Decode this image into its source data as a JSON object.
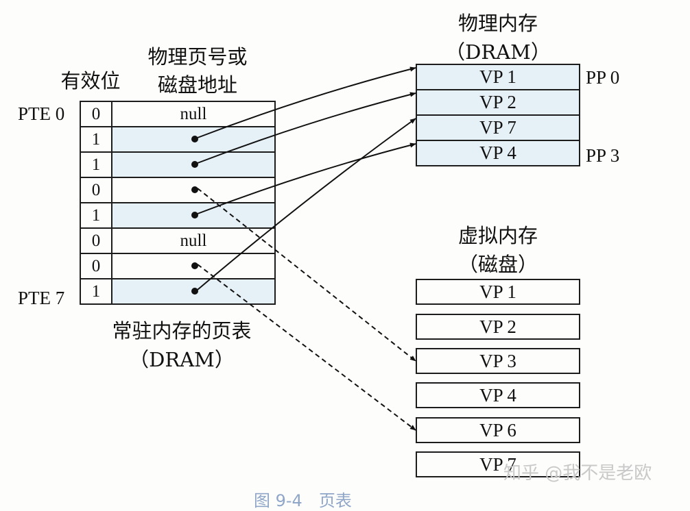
{
  "page_table": {
    "valid_header": "有效位",
    "ppn_header_line1": "物理页号或",
    "ppn_header_line2": "磁盘地址",
    "first_label": "PTE 0",
    "last_label": "PTE 7",
    "rows": [
      {
        "valid": "0",
        "addr": "null",
        "cached": false
      },
      {
        "valid": "1",
        "addr": "",
        "cached": true
      },
      {
        "valid": "1",
        "addr": "",
        "cached": true
      },
      {
        "valid": "0",
        "addr": "",
        "cached": false
      },
      {
        "valid": "1",
        "addr": "",
        "cached": true
      },
      {
        "valid": "0",
        "addr": "null",
        "cached": false
      },
      {
        "valid": "0",
        "addr": "",
        "cached": false
      },
      {
        "valid": "1",
        "addr": "",
        "cached": true
      }
    ],
    "caption_line1": "常驻内存的页表",
    "caption_line2": "（DRAM）"
  },
  "physical_memory": {
    "title_line1": "物理内存",
    "title_line2": "（DRAM）",
    "pages": [
      "VP 1",
      "VP 2",
      "VP 7",
      "VP 4"
    ],
    "first_label": "PP 0",
    "last_label": "PP 3"
  },
  "virtual_memory": {
    "title_line1": "虚拟内存",
    "title_line2": "（磁盘）",
    "pages": [
      "VP 1",
      "VP 2",
      "VP 3",
      "VP 4",
      "VP 6",
      "VP 7"
    ]
  },
  "mappings": [
    {
      "pte": 1,
      "target": "physical",
      "index": 0,
      "style": "solid"
    },
    {
      "pte": 2,
      "target": "physical",
      "index": 1,
      "style": "solid"
    },
    {
      "pte": 4,
      "target": "physical",
      "index": 3,
      "style": "solid"
    },
    {
      "pte": 7,
      "target": "physical",
      "index": 2,
      "style": "solid"
    },
    {
      "pte": 3,
      "target": "virtual",
      "index": 2,
      "style": "dashed"
    },
    {
      "pte": 6,
      "target": "virtual",
      "index": 4,
      "style": "dashed"
    }
  ],
  "watermark": "知乎 @我不是老欧",
  "figure_caption": "图 9-4　页表",
  "colors": {
    "line": "#111111",
    "cached_fill": "#e6f0f7",
    "caption": "#8fa6c8"
  }
}
